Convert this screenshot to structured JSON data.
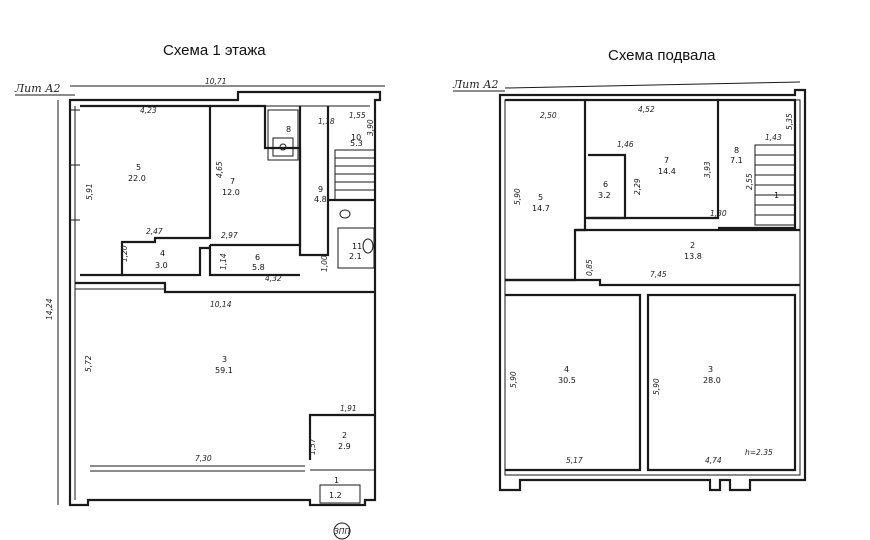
{
  "titles": {
    "floor1": "Схема 1 этажа",
    "basement": "Схема подвала"
  },
  "floor1": {
    "lit_label": "Лит А2",
    "outer_width": "10,71",
    "outer_height": "14,24",
    "rooms": [
      {
        "id": "r5",
        "number": "5",
        "area": "22.0"
      },
      {
        "id": "r7",
        "number": "7",
        "area": "12.0"
      },
      {
        "id": "r8",
        "number": "8",
        "area": ""
      },
      {
        "id": "r10",
        "number": "10",
        "area": "5.3"
      },
      {
        "id": "r9",
        "number": "9",
        "area": "4.8"
      },
      {
        "id": "r11",
        "number": "11",
        "area": "2.1"
      },
      {
        "id": "r6",
        "number": "6",
        "area": "5.8"
      },
      {
        "id": "r4",
        "number": "4",
        "area": "3.0"
      },
      {
        "id": "r3",
        "number": "3",
        "area": "59.1"
      },
      {
        "id": "r2",
        "number": "2",
        "area": "2.9"
      },
      {
        "id": "r1",
        "number": "1",
        "area": "1.2"
      }
    ],
    "dims": [
      "4,23",
      "5,91",
      "4,65",
      "1,18",
      "1,55",
      "3,90",
      "2,47",
      "1,20",
      "2,97",
      "1,14",
      "4,32",
      "1,00",
      "10,14",
      "5,72",
      "1,91",
      "1,57",
      "7,30"
    ],
    "marker": "ЗПП"
  },
  "basement": {
    "lit_label": "Лит А2",
    "rooms": [
      {
        "id": "b5",
        "number": "5",
        "area": "14.7"
      },
      {
        "id": "b6",
        "number": "6",
        "area": "3.2"
      },
      {
        "id": "b7",
        "number": "7",
        "area": "14.4"
      },
      {
        "id": "b8",
        "number": "8",
        "area": "7.1"
      },
      {
        "id": "b1",
        "number": "1",
        "area": ""
      },
      {
        "id": "b2",
        "number": "2",
        "area": "13.8"
      },
      {
        "id": "b4",
        "number": "4",
        "area": "30.5"
      },
      {
        "id": "b3",
        "number": "3",
        "area": "28.0"
      }
    ],
    "dims": [
      "2,50",
      "4,52",
      "1,46",
      "1,43",
      "5,35",
      "5,90",
      "2,29",
      "3,93",
      "2,55",
      "1,30",
      "0,85",
      "7,45",
      "5,90",
      "5,90",
      "5,17",
      "4,74"
    ],
    "height_note": "h=2.35"
  }
}
